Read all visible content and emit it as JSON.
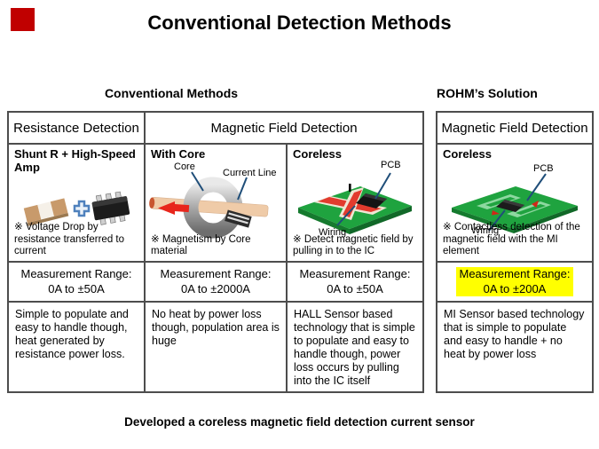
{
  "title": "Conventional Detection Methods",
  "footer": "Developed a coreless magnetic field detection current sensor",
  "colors": {
    "accent_red": "#C00000",
    "highlight_yellow": "#FFFF00",
    "pcb_green": "#1FA33F",
    "callout_blue": "#1F4E79",
    "table_border_gray": "#4d4d4d"
  },
  "conventional": {
    "heading": "Conventional Methods",
    "col1_header": "Resistance Detection",
    "col23_header": "Magnetic Field Detection",
    "shunt": {
      "title": "Shunt R + High-Speed Amp",
      "note": "※ Voltage Drop by resistance transferred to current",
      "range_label": "Measurement Range:",
      "range_value": "0A to ±50A",
      "description": "Simple to populate and easy to handle though, heat generated by resistance power loss."
    },
    "with_core": {
      "title": "With Core",
      "label_core": "Core",
      "label_current_line": "Current Line",
      "note": "※ Magnetism by Core material",
      "range_label": "Measurement Range:",
      "range_value": "0A to ±2000A",
      "description": "No heat by power loss though, population area is huge"
    },
    "coreless": {
      "title": "Coreless",
      "label_pcb": "PCB",
      "label_wiring": "Wiring",
      "note": "※ Detect magnetic field by pulling in to the IC",
      "range_label": "Measurement Range:",
      "range_value": "0A to ±50A",
      "description": "HALL Sensor based technology that is simple to populate and easy to handle though, power loss occurs by pulling into the IC itself"
    }
  },
  "rohm": {
    "heading": "ROHM’s Solution",
    "header": "Magnetic Field Detection",
    "coreless": {
      "title": "Coreless",
      "label_pcb": "PCB",
      "label_wiring": "Wiring",
      "note": "※ Contactless detection of the magnetic field with the MI element",
      "range_label": "Measurement Range:",
      "range_value": "0A to ±200A",
      "description": "MI Sensor based technology that is simple to populate and easy to handle + no heat by power loss"
    }
  }
}
